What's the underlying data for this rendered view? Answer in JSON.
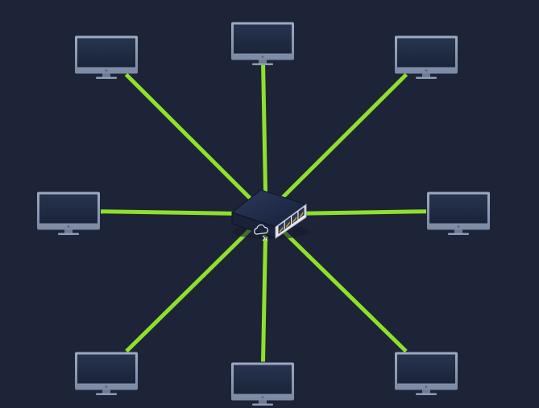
{
  "diagram": {
    "topology": "star",
    "hub": {
      "kind": "network-switch",
      "icon": "cloud-sync-icon",
      "ports": 4
    },
    "nodes": [
      {
        "id": "monitor-top-left"
      },
      {
        "id": "monitor-top"
      },
      {
        "id": "monitor-top-right"
      },
      {
        "id": "monitor-left"
      },
      {
        "id": "monitor-right"
      },
      {
        "id": "monitor-bottom-left"
      },
      {
        "id": "monitor-bottom"
      },
      {
        "id": "monitor-bottom-right"
      }
    ],
    "links": [
      {
        "from": "hub",
        "to": "monitor-top-left"
      },
      {
        "from": "hub",
        "to": "monitor-top"
      },
      {
        "from": "hub",
        "to": "monitor-top-right"
      },
      {
        "from": "hub",
        "to": "monitor-left"
      },
      {
        "from": "hub",
        "to": "monitor-right"
      },
      {
        "from": "hub",
        "to": "monitor-bottom-left"
      },
      {
        "from": "hub",
        "to": "monitor-bottom"
      },
      {
        "from": "hub",
        "to": "monitor-bottom-right"
      }
    ],
    "colors": {
      "background": "#1e2438",
      "link": "#8ee02c",
      "monitor_bezel": "#8e9bb4",
      "monitor_screen": "#1f2c44",
      "hub_body": "#1f2a44",
      "hub_face": "#e6ebf3"
    }
  }
}
